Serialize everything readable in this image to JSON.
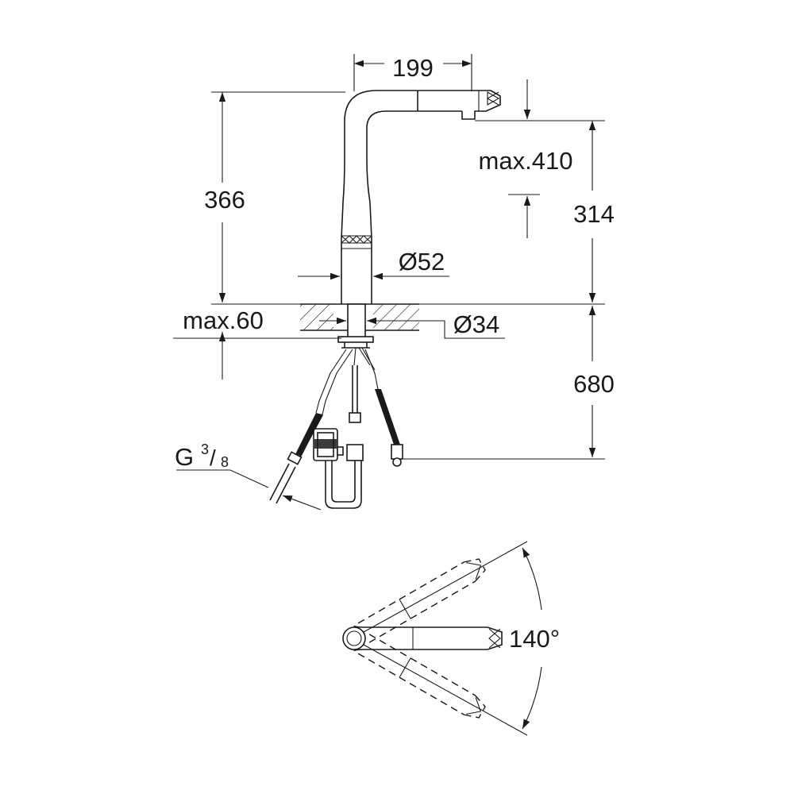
{
  "dimensions": {
    "spout_reach": "199",
    "total_height": "366",
    "max_pullout": "max.410",
    "spout_height": "314",
    "body_diameter": "Ø52",
    "hole_diameter": "Ø34",
    "max_deck_thickness": "max.60",
    "hose_length": "680",
    "thread_prefix": "G",
    "thread_numerator": "3",
    "thread_slash": "/",
    "thread_denominator": "8",
    "swivel_angle": "140°"
  },
  "colors": {
    "line": "#1a1a1a",
    "background": "#ffffff"
  }
}
